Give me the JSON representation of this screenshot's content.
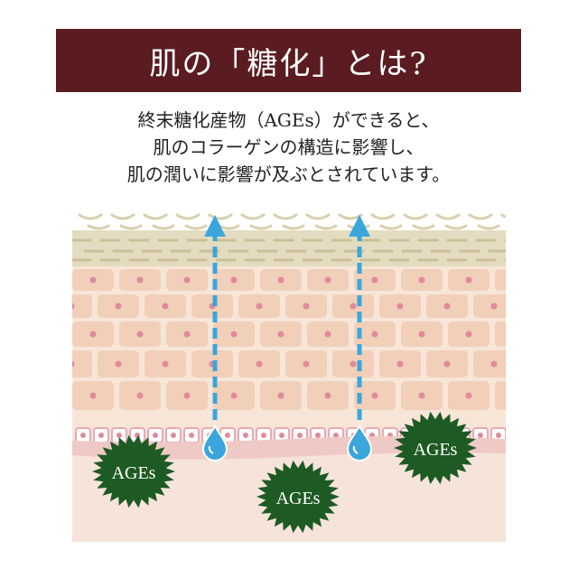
{
  "title": "肌の「糖化」とは?",
  "description": [
    "終末糖化産物（AGEs）ができると、",
    "肌のコラーゲンの構造に影響し、",
    "肌の潤いに影響が及ぶとされています。"
  ],
  "badges": [
    "AGEs",
    "AGEs",
    "AGEs"
  ],
  "colors": {
    "title_bg": "#5a1c20",
    "stratum_corneum": "#e4dcc0",
    "epidermis_cell": "#f1cfb8",
    "epidermis_bg": "#f7e6d8",
    "dermis": "#f6e4da",
    "nucleus": "#e08a9a",
    "arrow": "#3aa6dc",
    "badge": "#1e5a23"
  }
}
